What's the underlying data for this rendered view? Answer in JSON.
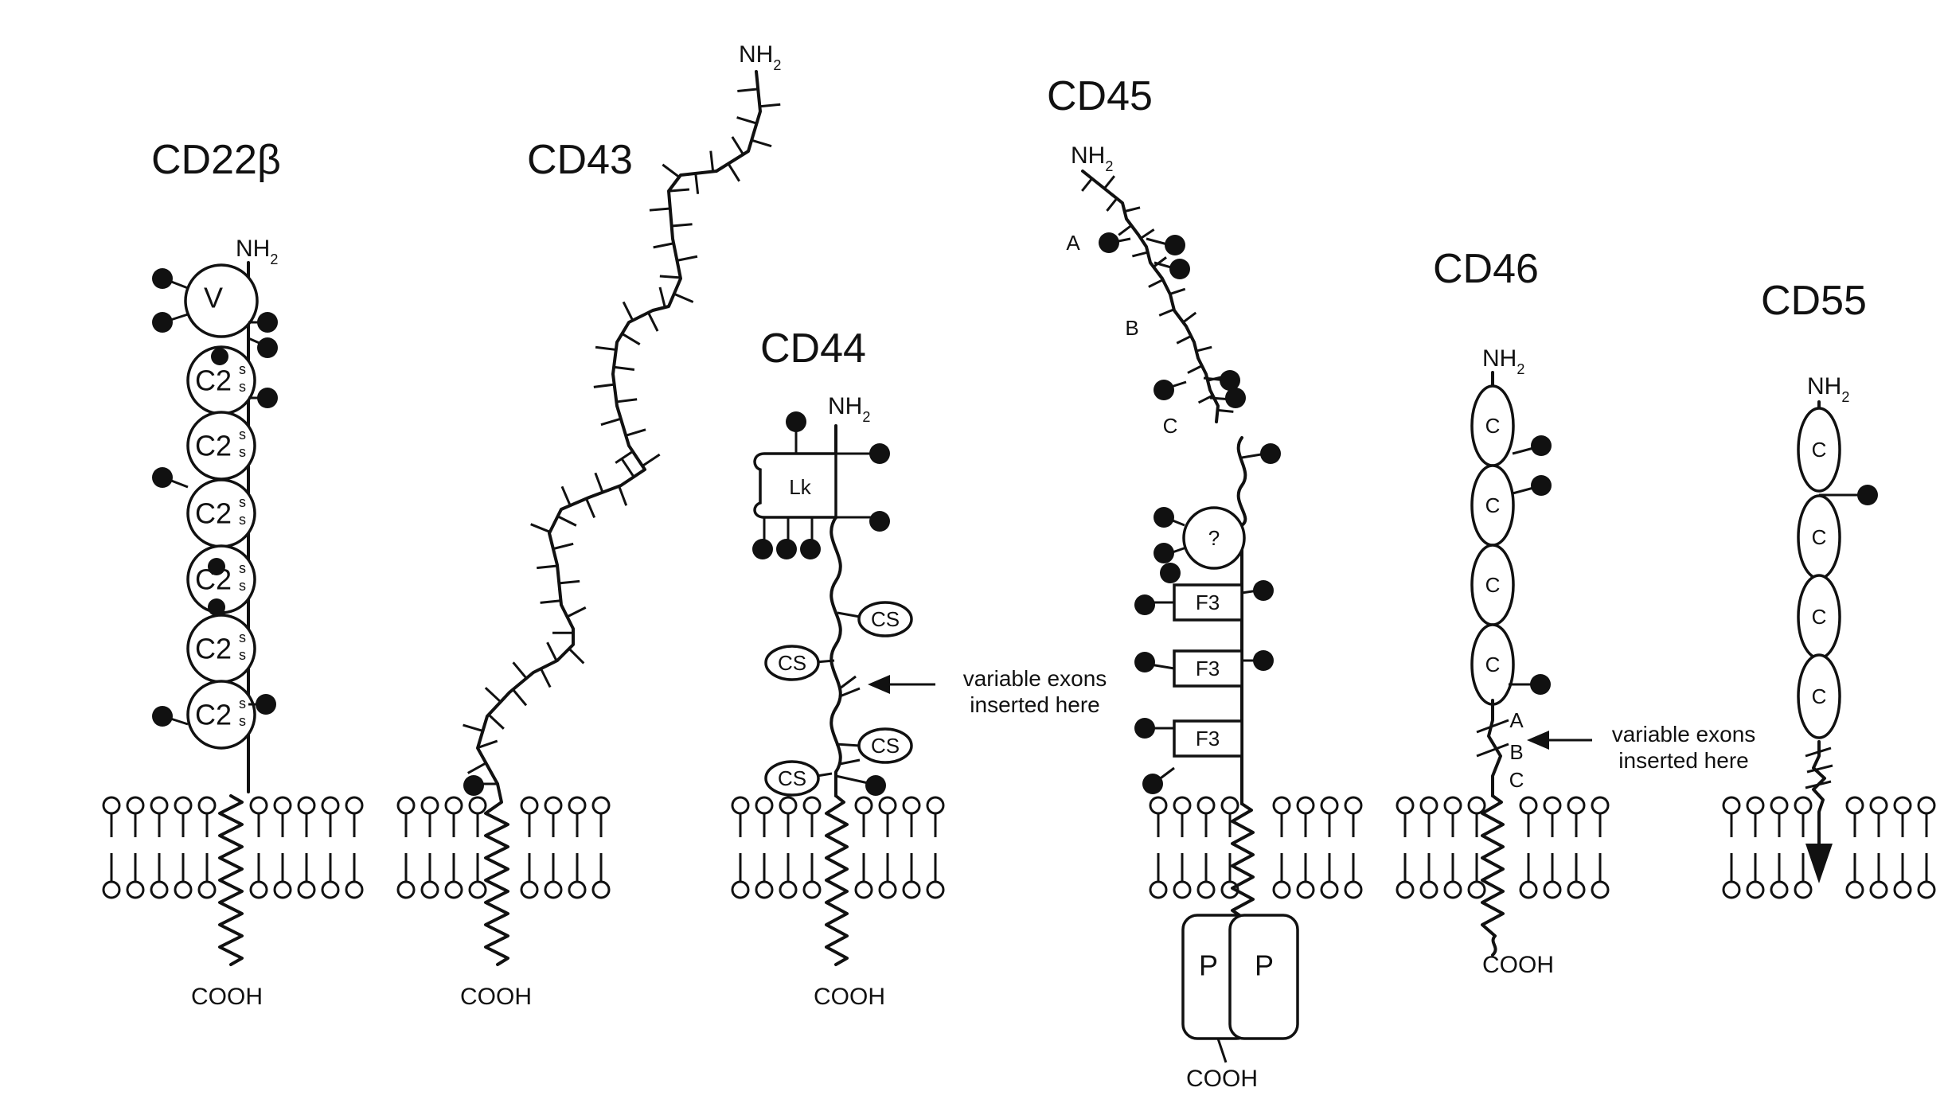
{
  "titles": {
    "cd22": "CD22β",
    "cd43": "CD43",
    "cd44": "CD44",
    "cd45": "CD45",
    "cd46": "CD46",
    "cd55": "CD55"
  },
  "termini": {
    "n_main": "NH",
    "n_sub": "2",
    "c": "COOH"
  },
  "domains": {
    "v": "V",
    "c2": "C2",
    "lk": "Lk",
    "cs": "CS",
    "unknown": "?",
    "f3": "F3",
    "c": "C",
    "p": "P",
    "s": "s"
  },
  "region_letters": [
    "A",
    "B",
    "C"
  ],
  "notes": {
    "variable_exons_line1": "variable exons",
    "variable_exons_line2": "inserted here"
  }
}
